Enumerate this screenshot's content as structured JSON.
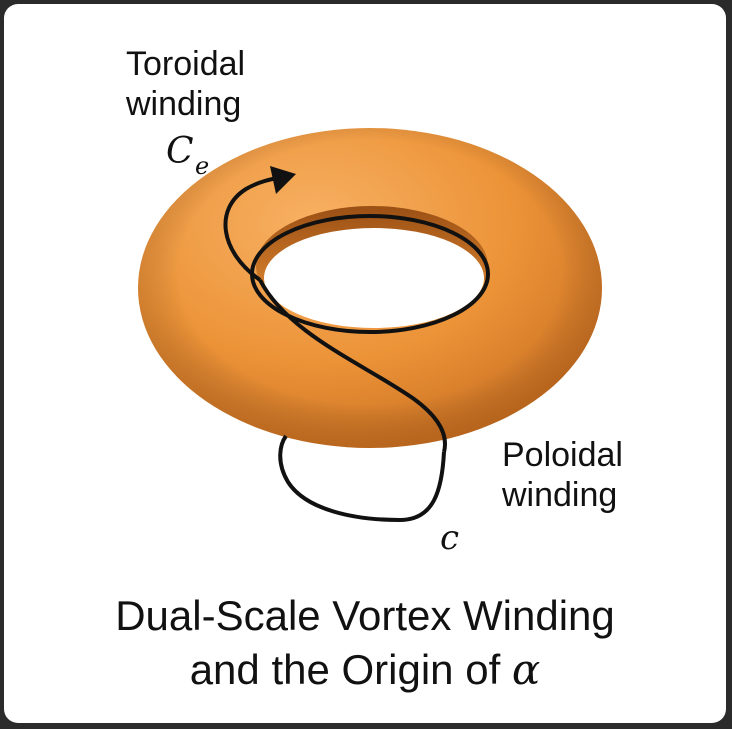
{
  "labels": {
    "toroidal_line1": "Toroidal",
    "toroidal_line2": "winding",
    "toroidal_symbol": "C",
    "toroidal_symbol_sub": "e",
    "poloidal_line1": "Poloidal",
    "poloidal_line2": "winding",
    "poloidal_symbol": "c"
  },
  "title": {
    "line1": "Dual-Scale Vortex Winding",
    "line2_prefix": "and the Origin of ",
    "line2_symbol": "α"
  },
  "colors": {
    "torus_light": "#f6a550",
    "torus_mid": "#e98a30",
    "torus_dark": "#b8621c",
    "stroke": "#111111",
    "background": "#ffffff",
    "frame": "#2b2b2b"
  }
}
